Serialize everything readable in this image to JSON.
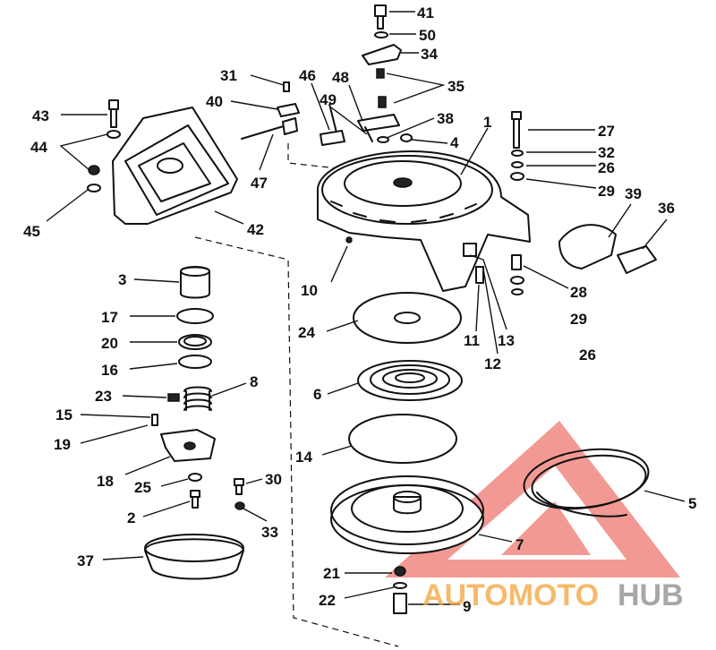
{
  "diagram": {
    "callouts": [
      "41",
      "50",
      "34",
      "35",
      "31",
      "46",
      "48",
      "40",
      "49",
      "38",
      "1",
      "27",
      "4",
      "32",
      "26",
      "29",
      "43",
      "44",
      "45",
      "47",
      "42",
      "39",
      "36",
      "3",
      "10",
      "28",
      "17",
      "24",
      "11",
      "13",
      "20",
      "12",
      "16",
      "6",
      "8",
      "23",
      "15",
      "19",
      "14",
      "18",
      "25",
      "30",
      "5",
      "2",
      "33",
      "7",
      "37",
      "21",
      "22",
      "9"
    ]
  },
  "watermark": {
    "brand_part1": "AUTOMOTO",
    "brand_part2": "HUB",
    "color_red": "#e8463c",
    "color_orange": "#f2a43a",
    "color_gray": "#8a8a8a"
  }
}
